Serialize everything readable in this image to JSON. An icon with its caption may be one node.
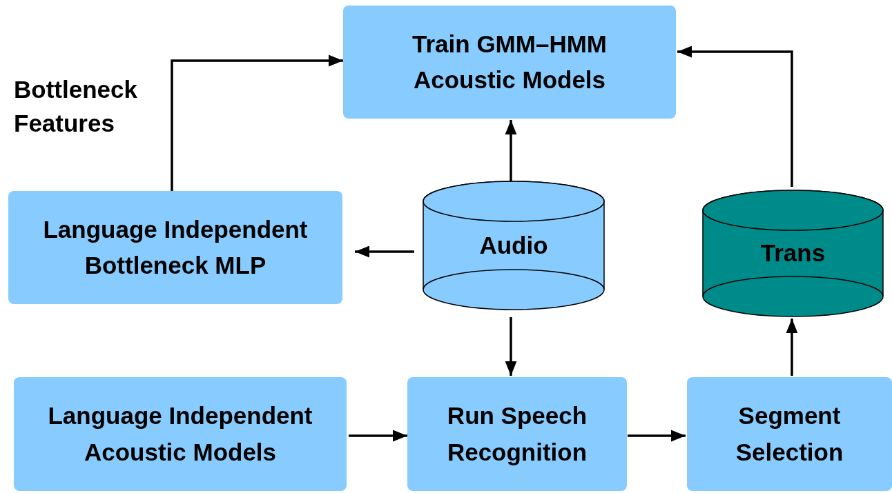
{
  "diagram": {
    "nodes": [
      {
        "text": [
          "Train GMM–HMM Acoustic Models"
        ]
      },
      {
        "text": [
          "Language Independent Bottleneck MLP"
        ]
      },
      {
        "text": [
          "Audio"
        ]
      },
      {
        "text": [
          "Trans"
        ]
      },
      {
        "text": [
          "Language Independent Acoustic Models"
        ]
      },
      {
        "text": [
          "Run Speech Recognition"
        ]
      },
      {
        "text": [
          "Segment Selection"
        ]
      }
    ],
    "edges": [
      {
        "from": 1,
        "to": 0,
        "arrow": "to",
        "label": "Bottleneck Features"
      },
      {
        "from": 2,
        "to": 0,
        "arrow": "to"
      },
      {
        "from": 2,
        "to": 1,
        "arrow": "to"
      },
      {
        "from": 2,
        "to": 5,
        "arrow": "to"
      },
      {
        "from": 4,
        "to": 5,
        "arrow": "to"
      },
      {
        "from": 5,
        "to": 6,
        "arrow": "to"
      },
      {
        "from": 6,
        "to": 3,
        "arrow": "to"
      },
      {
        "from": 3,
        "to": 0,
        "arrow": "to"
      }
    ]
  }
}
